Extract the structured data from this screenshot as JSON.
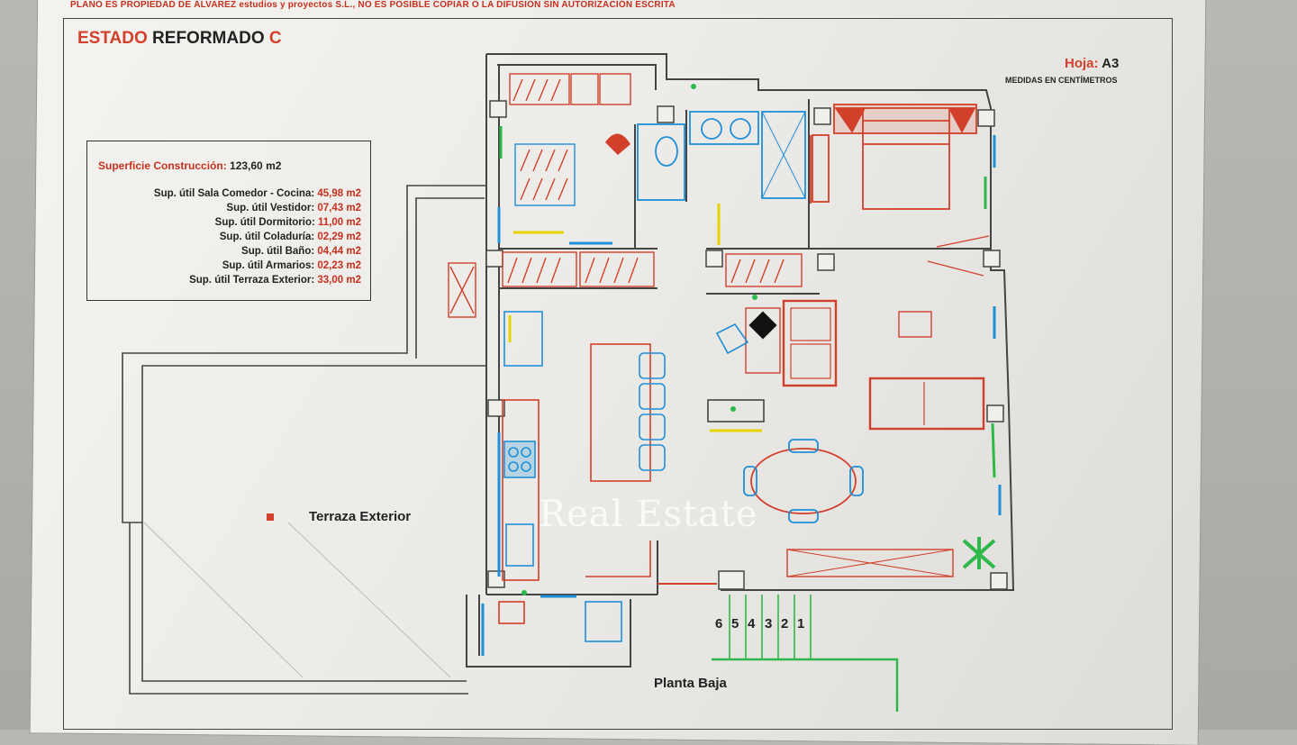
{
  "header": {
    "copyright_notice": "PLANO ES PROPIEDAD DE ÁLVAREZ estudios y proyectos S.L., NO ES POSIBLE COPIAR O LA DIFUSIÓN SIN AUTORIZACIÓN ESCRITA",
    "title_prefix": "ESTADO",
    "title_main": "REFORMADO",
    "title_suffix": "C",
    "sheet_label": "Hoja:",
    "sheet_value": "A3",
    "units_note": "MEDIDAS EN CENTÍMETROS"
  },
  "surface_table": {
    "total_label": "Superficie Construcción:",
    "total_value": "123,60 m2",
    "rows": [
      {
        "label": "Sup. útil Sala Comedor - Cocina:",
        "value": "45,98 m2"
      },
      {
        "label": "Sup. útil Vestidor:",
        "value": "07,43 m2"
      },
      {
        "label": "Sup. útil Dormitorio:",
        "value": "11,00 m2"
      },
      {
        "label": "Sup. útil Coladuría:",
        "value": "02,29 m2"
      },
      {
        "label": "Sup. útil Baño:",
        "value": "04,44 m2"
      },
      {
        "label": "Sup. útil Armarios:",
        "value": "02,23 m2"
      },
      {
        "label": "Sup. útil Terraza Exterior:",
        "value": "33,00 m2"
      }
    ]
  },
  "plan": {
    "terrace_label": "Terraza Exterior",
    "floor_label": "Planta Baja",
    "stair_steps": [
      "6",
      "5",
      "4",
      "3",
      "2",
      "1"
    ]
  },
  "watermark": "Real Estate",
  "colors": {
    "accent_red": "#d2402b",
    "wall": "#444444",
    "cyan": "#1f8fd8",
    "green": "#2fb84a",
    "yellow": "#e5d400"
  }
}
